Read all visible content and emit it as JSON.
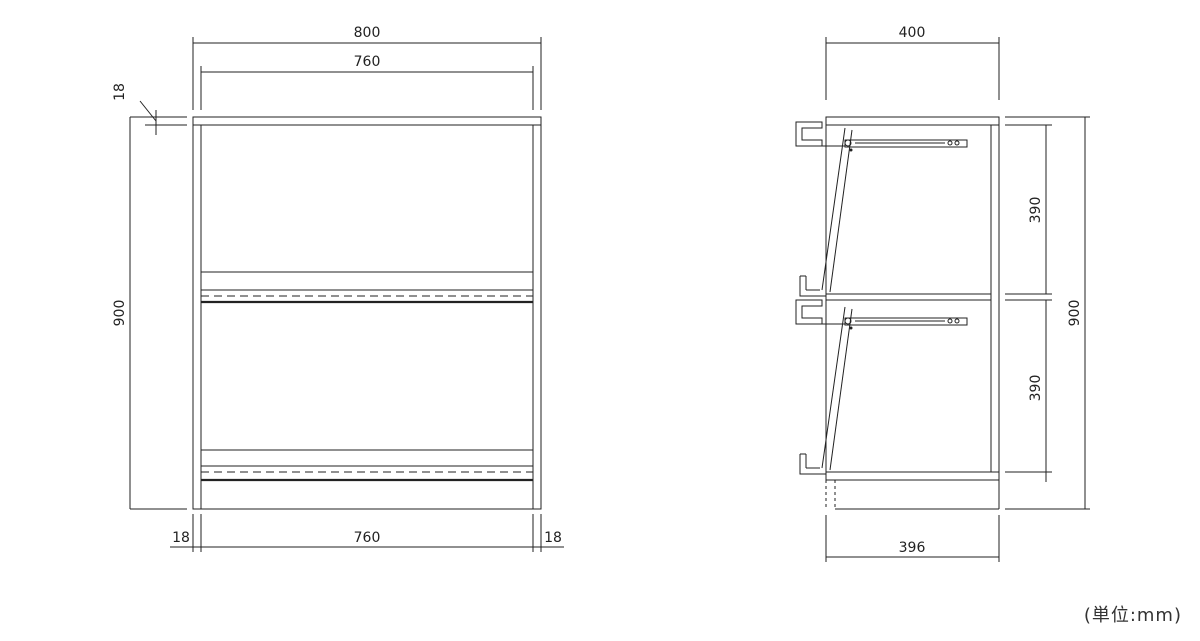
{
  "front_view": {
    "overall_width": "800",
    "inner_width_top": "760",
    "inner_width_bottom": "760",
    "top_board_thickness": "18",
    "height": "900",
    "left_side_thickness": "18",
    "right_side_thickness": "18"
  },
  "side_view": {
    "depth": "400",
    "inner_depth": "396",
    "upper_compartment_height": "390",
    "lower_compartment_height": "390",
    "overall_height": "900"
  },
  "unit_note": "(単位:mm)"
}
